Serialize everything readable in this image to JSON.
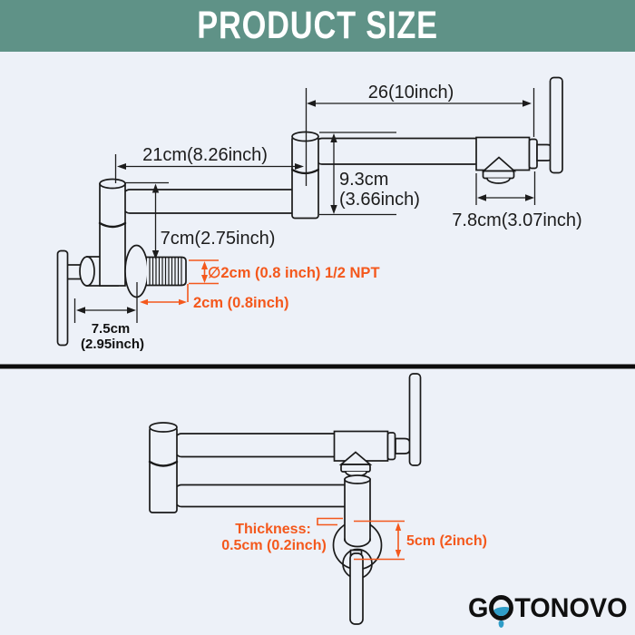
{
  "banner": {
    "title": "PRODUCT SIZE"
  },
  "colors": {
    "banner_bg": "#5f9287",
    "page_bg": "#edf1f8",
    "line_art": "#1a1a1a",
    "accent_orange": "#f4581c",
    "logo_blue": "#2f9dc8",
    "divider": "#0d0d0d"
  },
  "top_diagram": {
    "dim_spout_reach": "26(10inch)",
    "dim_left_arm": "21cm(8.26inch)",
    "dim_joint_height_l1": "9.3cm",
    "dim_joint_height_l2": "(3.66inch)",
    "dim_drop": "7cm(2.75inch)",
    "dim_spout_head": "7.8cm(3.07inch)",
    "dim_thread_npt": "∅2cm (0.8 inch) 1/2 NPT",
    "dim_thread_length": "2cm (0.8inch)",
    "dim_wall_body_l1": "7.5cm",
    "dim_wall_body_l2": "(2.95inch)"
  },
  "bottom_diagram": {
    "thickness_label": "Thickness:",
    "thickness_value": "0.5cm (0.2inch)",
    "dim_flange": "5cm (2inch)"
  },
  "logo": {
    "part1": "G",
    "part2": "TONOVO"
  }
}
